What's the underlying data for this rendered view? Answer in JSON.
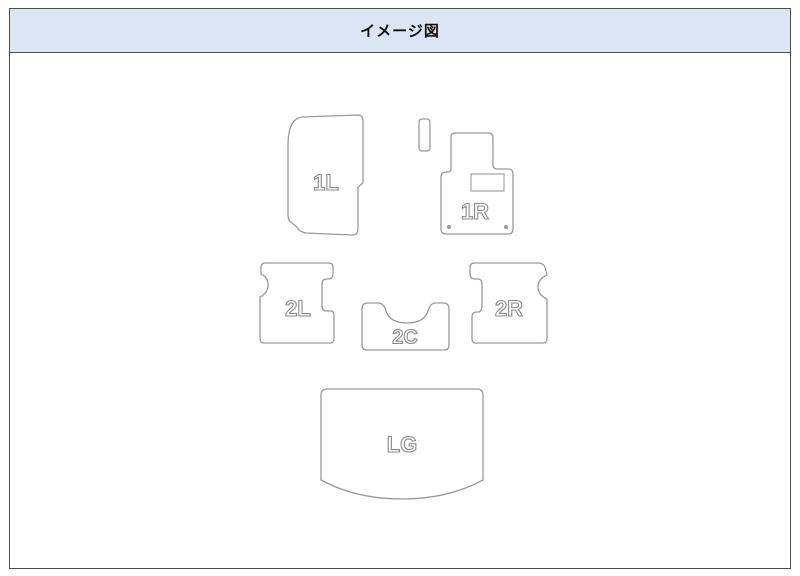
{
  "header": {
    "title": "イメージ図"
  },
  "mats": {
    "front_left": "1L",
    "front_right": "1R",
    "second_left": "2L",
    "second_center": "2C",
    "second_right": "2R",
    "luggage": "LG"
  }
}
